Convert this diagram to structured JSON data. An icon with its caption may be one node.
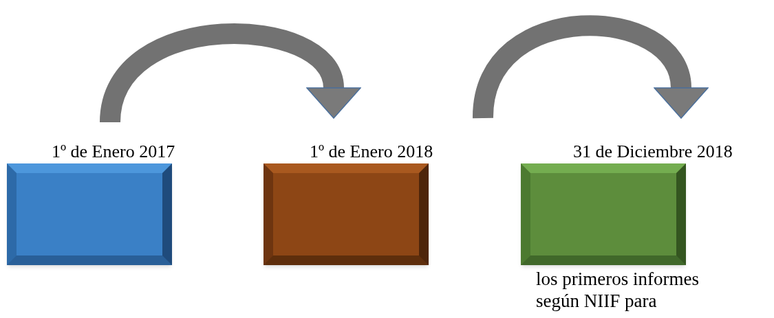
{
  "diagram": {
    "nodes": [
      {
        "text": [
          "1º de Enero 2017"
        ]
      },
      {
        "text": [
          "1º de Enero 2018"
        ]
      },
      {
        "text": [
          "31 de Diciembre 2018"
        ],
        "beside": [
          "los primeros informes según NIIF para"
        ]
      }
    ],
    "edges": [
      {
        "from": 0,
        "to": 1,
        "arrow": "to"
      },
      {
        "from": null,
        "to": 2,
        "arrow": "to"
      }
    ]
  }
}
